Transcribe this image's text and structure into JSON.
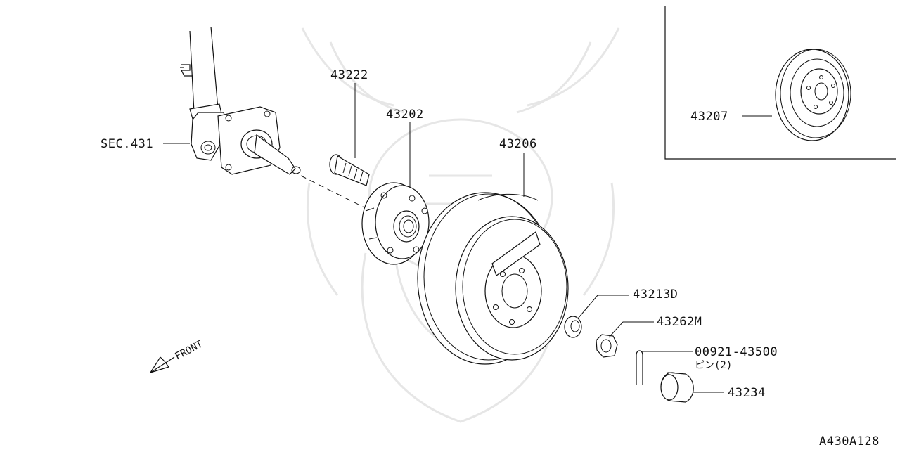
{
  "labels": {
    "sec431": "SEC.431",
    "p43222": "43222",
    "p43202": "43202",
    "p43206": "43206",
    "p43207": "43207",
    "p43213d": "43213D",
    "p43262m": "43262M",
    "p00921": "00921-43500",
    "pin": "ピン(2)",
    "p43234": "43234",
    "front": "FRONT",
    "diagram_id": "A430A128"
  }
}
